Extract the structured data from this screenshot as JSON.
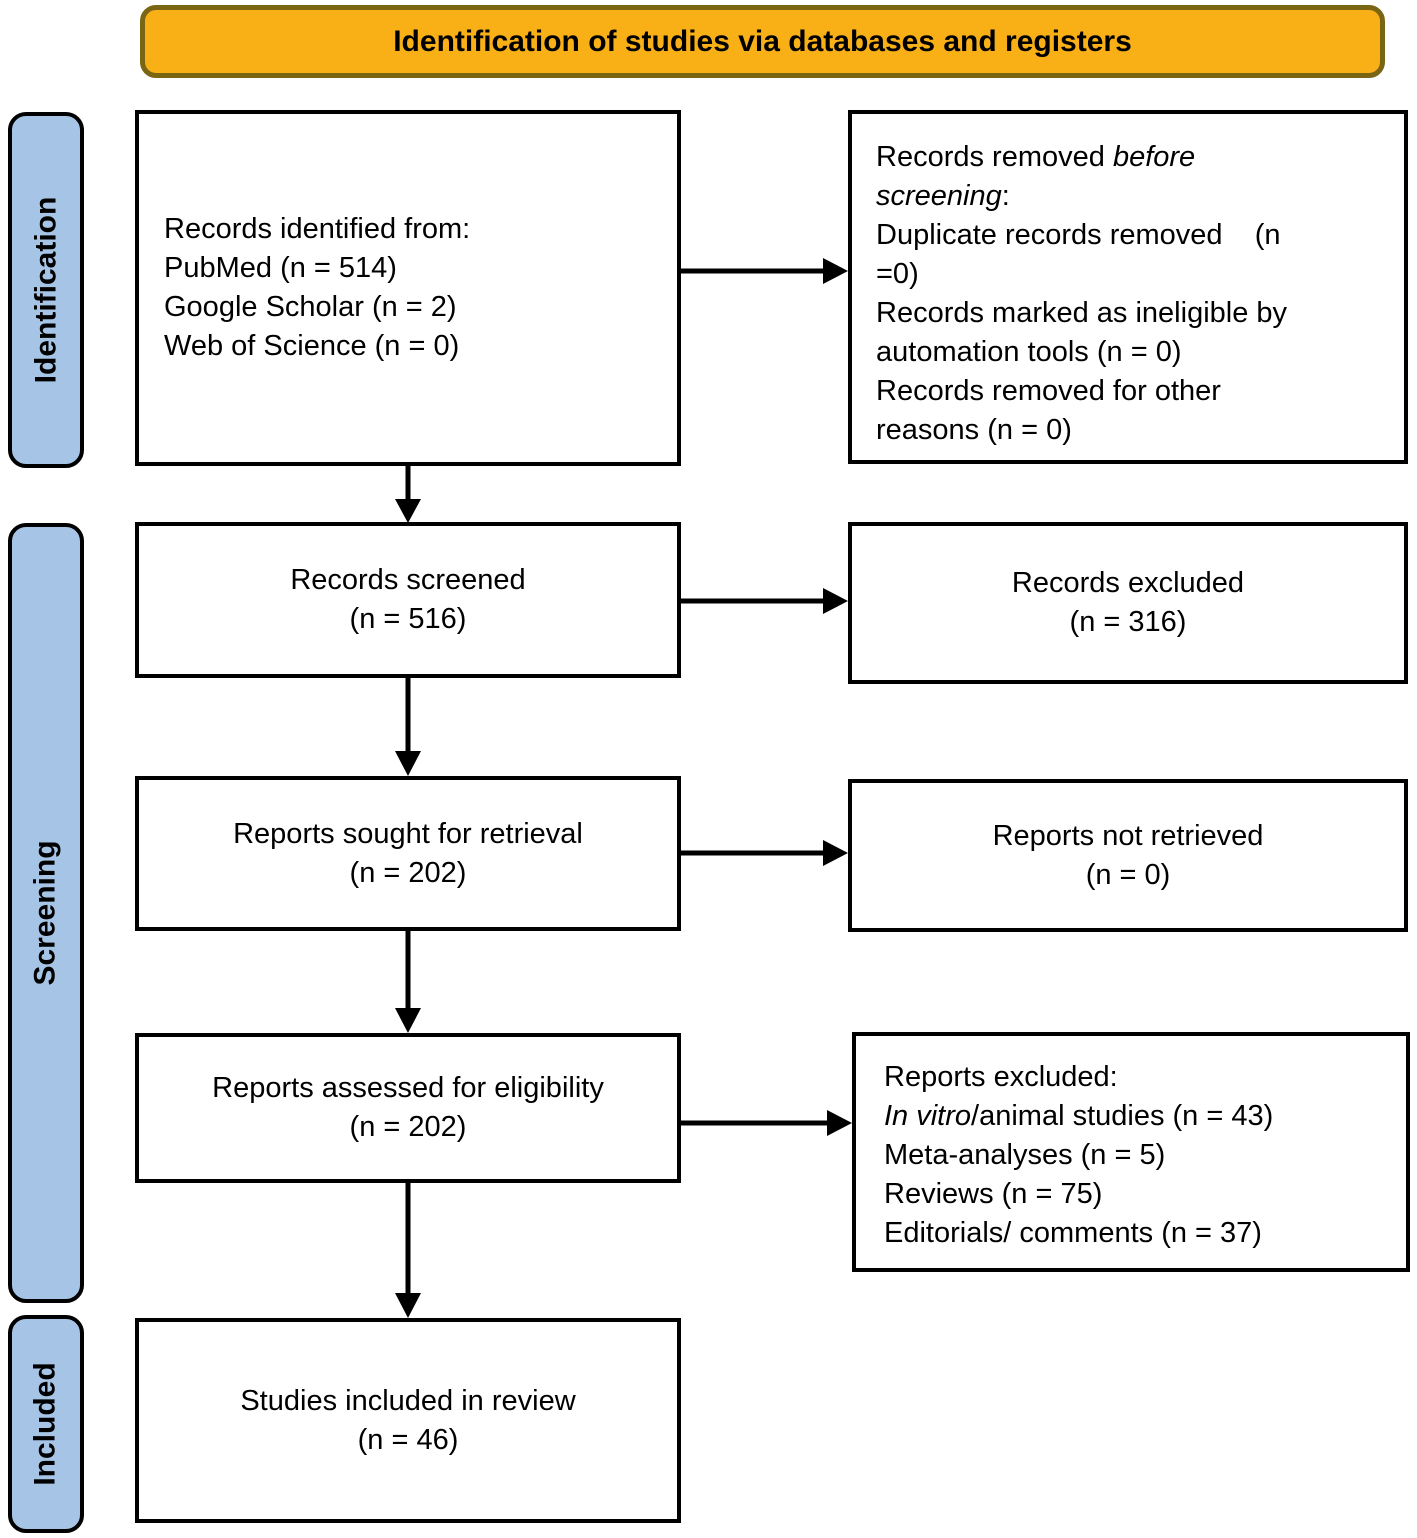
{
  "banner": {
    "title": "Identification of studies via databases and registers"
  },
  "sidebar": {
    "identification": "Identification",
    "screening": "Screening",
    "included": "Included"
  },
  "colors": {
    "banner_fill": "#F9B016",
    "banner_border": "#7A6513",
    "sidebar_fill": "#A6C4E6",
    "box_border": "#000000",
    "arrow": "#000000"
  },
  "boxes": {
    "records_identified": {
      "lines": [
        "Records identified from:",
        "PubMed (n = 514)",
        "Google Scholar (n = 2)",
        "Web of Science (n = 0)"
      ]
    },
    "records_removed": {
      "lines": [
        {
          "segments": [
            {
              "text": "Records removed "
            },
            {
              "text": "before",
              "italic": true
            }
          ]
        },
        {
          "segments": [
            {
              "text": "screening",
              "italic": true
            },
            {
              "text": ":"
            }
          ]
        },
        {
          "segments": [
            {
              "text": "Duplicate records removed    (n"
            }
          ]
        },
        {
          "segments": [
            {
              "text": "=0)"
            }
          ]
        },
        {
          "segments": [
            {
              "text": "Records marked as ineligible by"
            }
          ]
        },
        {
          "segments": [
            {
              "text": "automation tools (n = 0)"
            }
          ]
        },
        {
          "segments": [
            {
              "text": "Records removed for other"
            }
          ]
        },
        {
          "segments": [
            {
              "text": "reasons (n = 0)"
            }
          ]
        }
      ]
    },
    "records_screened": {
      "line1": "Records screened",
      "line2": "(n = 516)"
    },
    "records_excluded": {
      "line1": "Records excluded",
      "line2": "(n = 316)"
    },
    "reports_sought": {
      "line1": "Reports sought for retrieval",
      "line2": "(n = 202)"
    },
    "reports_not_retrieved": {
      "line1": "Reports not retrieved",
      "line2": "(n = 0)"
    },
    "reports_assessed": {
      "line1": "Reports assessed for eligibility",
      "line2": "(n = 202)"
    },
    "reports_excluded": {
      "lines": [
        {
          "segments": [
            {
              "text": "Reports excluded:"
            }
          ]
        },
        {
          "segments": [
            {
              "text": "In vitro",
              "italic": true
            },
            {
              "text": "/animal studies (n = 43)"
            }
          ]
        },
        {
          "segments": [
            {
              "text": "Meta-analyses (n = 5)"
            }
          ]
        },
        {
          "segments": [
            {
              "text": "Reviews (n = 75)"
            }
          ]
        },
        {
          "segments": [
            {
              "text": "Editorials/ comments (n = 37)"
            }
          ]
        }
      ]
    },
    "studies_included": {
      "line1": "Studies included in review",
      "line2": "(n = 46)"
    }
  }
}
